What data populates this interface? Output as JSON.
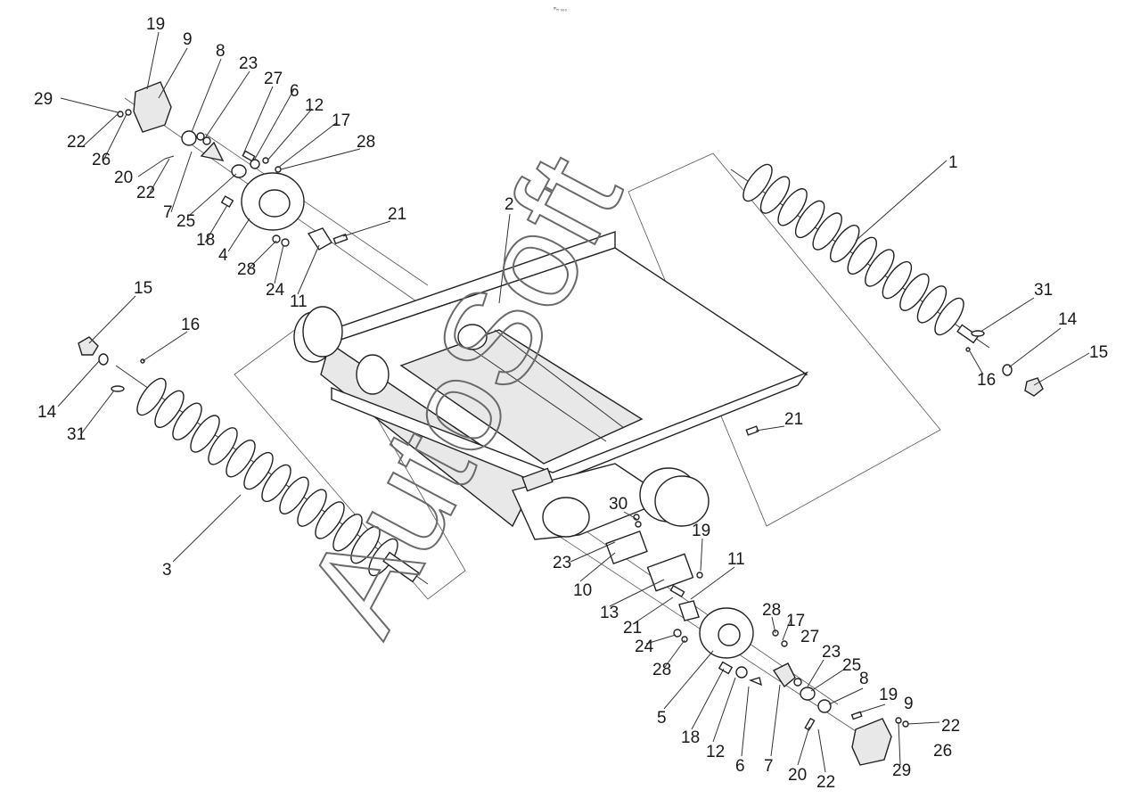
{
  "header_code": "ᵐₙ ₀₀₀",
  "watermark": "AutoSoft",
  "callouts": [
    {
      "id": "c1",
      "text": "1"
    },
    {
      "id": "c2",
      "text": "2"
    },
    {
      "id": "c3",
      "text": "3"
    },
    {
      "id": "c4",
      "text": "4"
    },
    {
      "id": "c5",
      "text": "5"
    },
    {
      "id": "c6a",
      "text": "6"
    },
    {
      "id": "c6b",
      "text": "6"
    },
    {
      "id": "c7a",
      "text": "7"
    },
    {
      "id": "c7b",
      "text": "7"
    },
    {
      "id": "c8a",
      "text": "8"
    },
    {
      "id": "c8b",
      "text": "8"
    },
    {
      "id": "c9a",
      "text": "9"
    },
    {
      "id": "c9b",
      "text": "9"
    },
    {
      "id": "c10",
      "text": "10"
    },
    {
      "id": "c11a",
      "text": "11"
    },
    {
      "id": "c11b",
      "text": "11"
    },
    {
      "id": "c12a",
      "text": "12"
    },
    {
      "id": "c12b",
      "text": "12"
    },
    {
      "id": "c13",
      "text": "13"
    },
    {
      "id": "c14a",
      "text": "14"
    },
    {
      "id": "c14b",
      "text": "14"
    },
    {
      "id": "c15a",
      "text": "15"
    },
    {
      "id": "c15b",
      "text": "15"
    },
    {
      "id": "c16a",
      "text": "16"
    },
    {
      "id": "c16b",
      "text": "16"
    },
    {
      "id": "c17a",
      "text": "17"
    },
    {
      "id": "c17b",
      "text": "17"
    },
    {
      "id": "c18a",
      "text": "18"
    },
    {
      "id": "c18b",
      "text": "18"
    },
    {
      "id": "c19a",
      "text": "19"
    },
    {
      "id": "c19b",
      "text": "19"
    },
    {
      "id": "c19c",
      "text": "19"
    },
    {
      "id": "c20a",
      "text": "20"
    },
    {
      "id": "c20b",
      "text": "20"
    },
    {
      "id": "c21a",
      "text": "21"
    },
    {
      "id": "c21b",
      "text": "21"
    },
    {
      "id": "c21c",
      "text": "21"
    },
    {
      "id": "c22a",
      "text": "22"
    },
    {
      "id": "c22b",
      "text": "22"
    },
    {
      "id": "c22c",
      "text": "22"
    },
    {
      "id": "c22d",
      "text": "22"
    },
    {
      "id": "c23a",
      "text": "23"
    },
    {
      "id": "c23b",
      "text": "23"
    },
    {
      "id": "c23c",
      "text": "23"
    },
    {
      "id": "c24a",
      "text": "24"
    },
    {
      "id": "c24b",
      "text": "24"
    },
    {
      "id": "c25a",
      "text": "25"
    },
    {
      "id": "c25b",
      "text": "25"
    },
    {
      "id": "c26a",
      "text": "26"
    },
    {
      "id": "c26b",
      "text": "26"
    },
    {
      "id": "c27a",
      "text": "27"
    },
    {
      "id": "c27b",
      "text": "27"
    },
    {
      "id": "c28a",
      "text": "28"
    },
    {
      "id": "c28b",
      "text": "28"
    },
    {
      "id": "c28c",
      "text": "28"
    },
    {
      "id": "c28d",
      "text": "28"
    },
    {
      "id": "c29a",
      "text": "29"
    },
    {
      "id": "c29b",
      "text": "29"
    },
    {
      "id": "c30",
      "text": "30"
    },
    {
      "id": "c31a",
      "text": "31"
    },
    {
      "id": "c31b",
      "text": "31"
    }
  ]
}
